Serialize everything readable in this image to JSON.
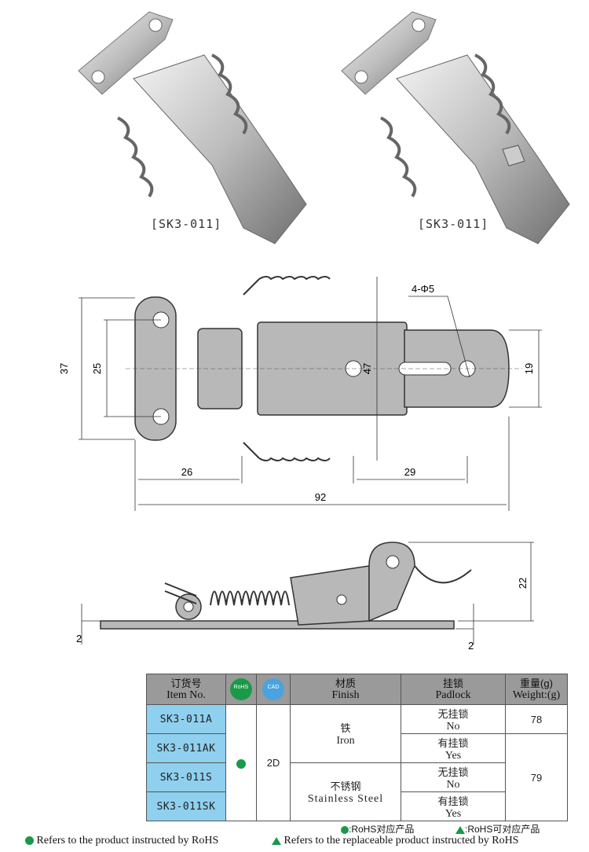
{
  "photos": [
    {
      "caption": "[SK3-011]"
    },
    {
      "caption": "[SK3-011]"
    }
  ],
  "top_view": {
    "dims": {
      "d37": "37",
      "d25": "25",
      "d47": "47",
      "d19": "19",
      "d26": "26",
      "d29": "29",
      "d92": "92",
      "holes": "4-Φ5"
    }
  },
  "side_view": {
    "dims": {
      "d22": "22",
      "d2_left": "2",
      "d2_right": "2"
    }
  },
  "table": {
    "headers": {
      "item_cn": "订货号",
      "item_en": "Item No.",
      "rohs_icon": "RoHS",
      "cad_icon": "CAD",
      "finish_cn": "材质",
      "finish_en": "Finish",
      "padlock_cn": "挂锁",
      "padlock_en": "Padlock",
      "weight_cn": "重量(g)",
      "weight_en": "Weight:(g)"
    },
    "rows": [
      {
        "item": "SK3-011A",
        "padlock_cn": "无挂锁",
        "padlock_en": "No"
      },
      {
        "item": "SK3-011AK",
        "padlock_cn": "有挂锁",
        "padlock_en": "Yes"
      },
      {
        "item": "SK3-011S",
        "padlock_cn": "无挂锁",
        "padlock_en": "No"
      },
      {
        "item": "SK3-011SK",
        "padlock_cn": "有挂锁",
        "padlock_en": "Yes"
      }
    ],
    "cad_value": "2D",
    "finish_iron_cn": "铁",
    "finish_iron_en": "Iron",
    "finish_ss_cn": "不锈钢",
    "finish_ss_en": "Stainless Steel",
    "weight_iron": "78",
    "weight_ss": "79"
  },
  "legend": {
    "rohs_cn": ":RoHS对应产品",
    "replaceable_cn": ":RoHS可对应产品"
  },
  "footer": {
    "rohs_en": "Refers to the product instructed by RoHS",
    "replaceable_en": "Refers to the replaceable product instructed by RoHS"
  },
  "colors": {
    "rohs_green": "#1a9a48",
    "item_blue": "#8fd0ee",
    "header_gray": "#9a9a9a"
  }
}
